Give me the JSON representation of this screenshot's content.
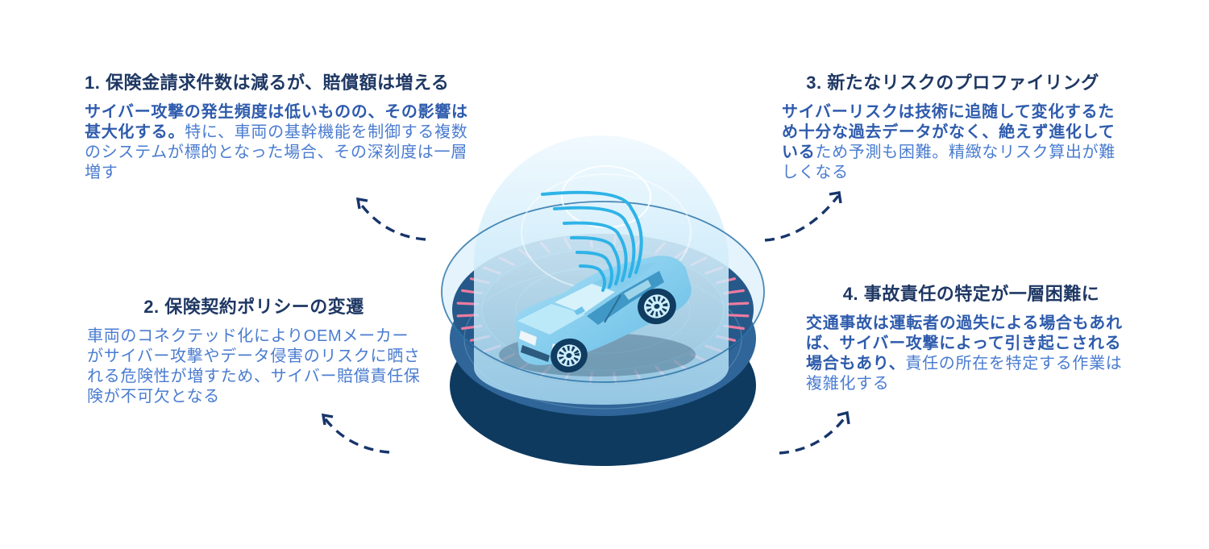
{
  "notes": [
    {
      "title": "1. 保険金請求件数は減るが、賠償額は増える",
      "lead": "サイバー攻撃の発生頻度は低いものの、その影響は甚大化する。",
      "rest": "特に、車両の基幹機能を制御する複数のシステムが標的となった場合、その深刻度は一層増す"
    },
    {
      "title": "2. 保険契約ポリシーの変遷",
      "lead": "",
      "rest": "車両のコネクテッド化によりOEMメーカーがサイバー攻撃やデータ侵害のリスクに晒される危険性が増すため、サイバー賠償責任保険が不可欠となる"
    },
    {
      "title": "3. 新たなリスクのプロファイリング",
      "lead": "サイバーリスクは技術に追随して変化するため十分な過去データがなく、絶えず進化している",
      "rest": "ため予測も困難。精緻なリスク算出が難しくなる"
    },
    {
      "title": "4. 事故責任の特定が一層困難に",
      "lead": "交通事故は運転者の過失による場合もあれば、サイバー攻撃によって引き起こされる場合もあり、",
      "rest": "責任の所在を特定する作業は複雑化する"
    }
  ],
  "colors": {
    "title": "#1F3864",
    "lead": "#2E5BAC",
    "body": "#4A7CD0",
    "arrow": "#17356B",
    "tick": "#EE7BA0",
    "base": "#0E3A5F",
    "band": "#2F6598",
    "top": "#26598A",
    "disc": "#1D4A74",
    "rim": "#2D74A8",
    "signal": "#2EB3E7",
    "glass": "#CFEAFB",
    "car": "#8FD2EF"
  }
}
